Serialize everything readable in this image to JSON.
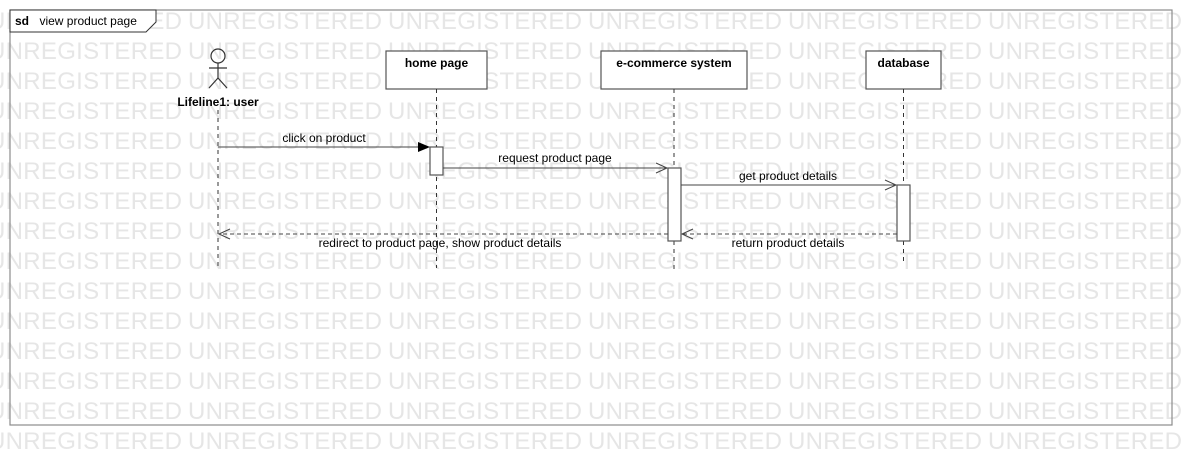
{
  "frame": {
    "kind": "sd",
    "name": "view product page"
  },
  "watermark": {
    "text": "UNREGISTERED",
    "color": "#e6e6e6"
  },
  "lifelines": [
    {
      "id": "user",
      "label": "Lifeline1: user",
      "type": "actor"
    },
    {
      "id": "home",
      "label": "home page",
      "type": "object"
    },
    {
      "id": "system",
      "label": "e-commerce system",
      "type": "object"
    },
    {
      "id": "db",
      "label": "database",
      "type": "object"
    }
  ],
  "messages": [
    {
      "id": "m1",
      "label": "click on product",
      "from": "user",
      "to": "home",
      "kind": "sync"
    },
    {
      "id": "m2",
      "label": "request product page",
      "from": "home",
      "to": "system",
      "kind": "async"
    },
    {
      "id": "m3",
      "label": "get product details",
      "from": "system",
      "to": "db",
      "kind": "async"
    },
    {
      "id": "m4",
      "label": "return product details",
      "from": "db",
      "to": "system",
      "kind": "return"
    },
    {
      "id": "m5",
      "label": "redirect to product page, show product details",
      "from": "system",
      "to": "user",
      "kind": "return"
    }
  ]
}
